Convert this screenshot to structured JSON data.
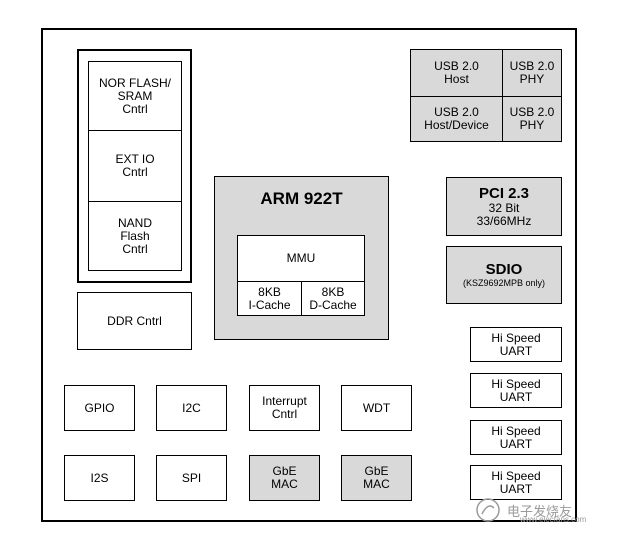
{
  "memory": {
    "nor_flash": "NOR FLASH/\nSRAM\nCntrl",
    "ext_io": "EXT IO\nCntrl",
    "nand_flash": "NAND\nFlash\nCntrl"
  },
  "ddr": "DDR Cntrl",
  "arm": {
    "title": "ARM 922T",
    "mmu": "MMU",
    "icache": "8KB\nI-Cache",
    "dcache": "8KB\nD-Cache"
  },
  "usb": {
    "host": "USB 2.0\nHost",
    "phy1": "USB 2.0\nPHY",
    "host_device": "USB 2.0\nHost/Device",
    "phy2": "USB 2.0\nPHY"
  },
  "pci": {
    "title": "PCI 2.3",
    "line1": "32 Bit",
    "line2": "33/66MHz"
  },
  "sdio": {
    "title": "SDIO",
    "note": "(KSZ9692MPB only)"
  },
  "uarts": [
    "Hi Speed\nUART",
    "Hi Speed\nUART",
    "Hi Speed\nUART",
    "Hi Speed\nUART"
  ],
  "peripherals": {
    "gpio": "GPIO",
    "i2c": "I2C",
    "interrupt": "Interrupt\nCntrl",
    "wdt": "WDT",
    "i2s": "I2S",
    "spi": "SPI",
    "gbe_mac1": "GbE\nMAC",
    "gbe_mac2": "GbE\nMAC"
  },
  "watermark": {
    "text": "电子发烧友",
    "url": "www.elecfans.com"
  },
  "colors": {
    "gray_fill": "#d9d9d9",
    "border": "#000000"
  }
}
